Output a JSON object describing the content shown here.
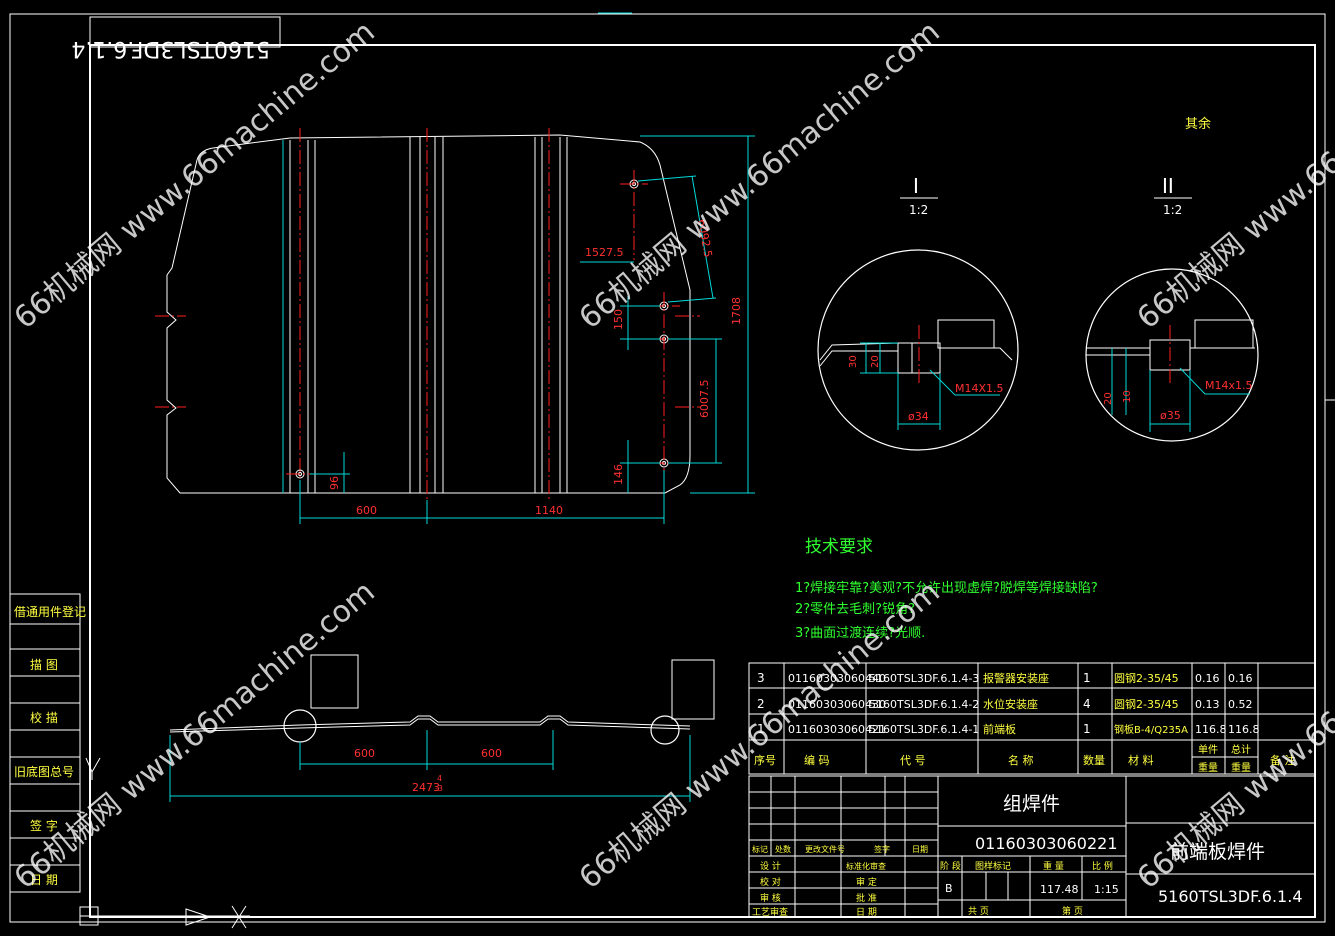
{
  "drawing_number_mirrored": "5160TSL3DF.6.1.4",
  "dimensions": {
    "d600_top": "600",
    "d1140": "1140",
    "d1527_5": "1527.5",
    "d6092_5": "6092.5",
    "d150": "150",
    "d1708": "1708",
    "d6007_5": "6007.5",
    "d146": "146",
    "d96": "96",
    "d600_a": "600",
    "d600_b": "600",
    "d2473": "2473",
    "d2473_tol_upper": "4",
    "d2473_tol_lower": "-3"
  },
  "detail_1": {
    "label": "I",
    "scale": "1:2",
    "d30": "30",
    "d20": "20",
    "thread": "M14X1.5",
    "dia": "ø34"
  },
  "detail_2": {
    "label": "II",
    "scale": "1:2",
    "d20": "20",
    "d10": "10",
    "thread": "M14x1.5",
    "dia": "ø35"
  },
  "remaining_note": "其余",
  "tech_requirements": {
    "title": "技术要求",
    "items": [
      "1?焊接牢靠?美观?不允许出现虚焊?脱焊等焊接缺陷?",
      "2?零件去毛刺?锐角?",
      "3?曲面过渡连续?光顺."
    ]
  },
  "side_stamp": {
    "rows": [
      "借通用件登记",
      "描 图",
      "校 描",
      "旧底图总号",
      "签 字",
      "日 期"
    ]
  },
  "bom": {
    "rows": [
      {
        "seq": "3",
        "code": "01160303060440",
        "drawing": "5160TSL3DF.6.1.4-3",
        "name": "报警器安装座",
        "qty": "1",
        "material": "圆钢2-35/45",
        "unit_wt": "0.16",
        "total_wt": "0.16"
      },
      {
        "seq": "2",
        "code": "01160303060430",
        "drawing": "5160TSL3DF.6.1.4-2",
        "name": "水位安装座",
        "qty": "4",
        "material": "圆钢2-35/45",
        "unit_wt": "0.13",
        "total_wt": "0.52"
      },
      {
        "seq": "1",
        "code": "01160303060421",
        "drawing": "5160TSL3DF.6.1.4-1",
        "name": "前端板",
        "qty": "1",
        "material": "钢板B-4/Q235A",
        "unit_wt": "116.8",
        "total_wt": "116.8"
      }
    ],
    "headers": {
      "seq": "序号",
      "code": "编 码",
      "drawing": "代 号",
      "name": "名 称",
      "qty": "数量",
      "material": "材 料",
      "unit_wt_1": "单件",
      "unit_wt_2": "重量",
      "total_wt_1": "总计",
      "total_wt_2": "重量",
      "remark": "备 注"
    }
  },
  "title_block": {
    "kind": "组焊件",
    "code": "01160303060221",
    "part_name": "前端板焊件",
    "drawing_no": "5160TSL3DF.6.1.4",
    "rev_headers": [
      "标记",
      "处数",
      "更改文件号",
      "签字",
      "日期"
    ],
    "signoff_left": [
      "设 计",
      "校 对",
      "审 核",
      "工艺审查"
    ],
    "signoff_right": [
      "标准化审查",
      "审 定",
      "批 准",
      "日 期"
    ],
    "stage_label": "阶 段",
    "stage_mark_label": "图样标记",
    "weight_label": "重 量",
    "scale_label": "比 例",
    "stage": "B",
    "weight": "117.48",
    "scale": "1:15",
    "total_sheets_label": "共 页",
    "sheet_label": "第 页"
  },
  "watermark": {
    "text": "66机械网 www.66machine.com",
    "text_cut": "66机械网 www.66m"
  }
}
